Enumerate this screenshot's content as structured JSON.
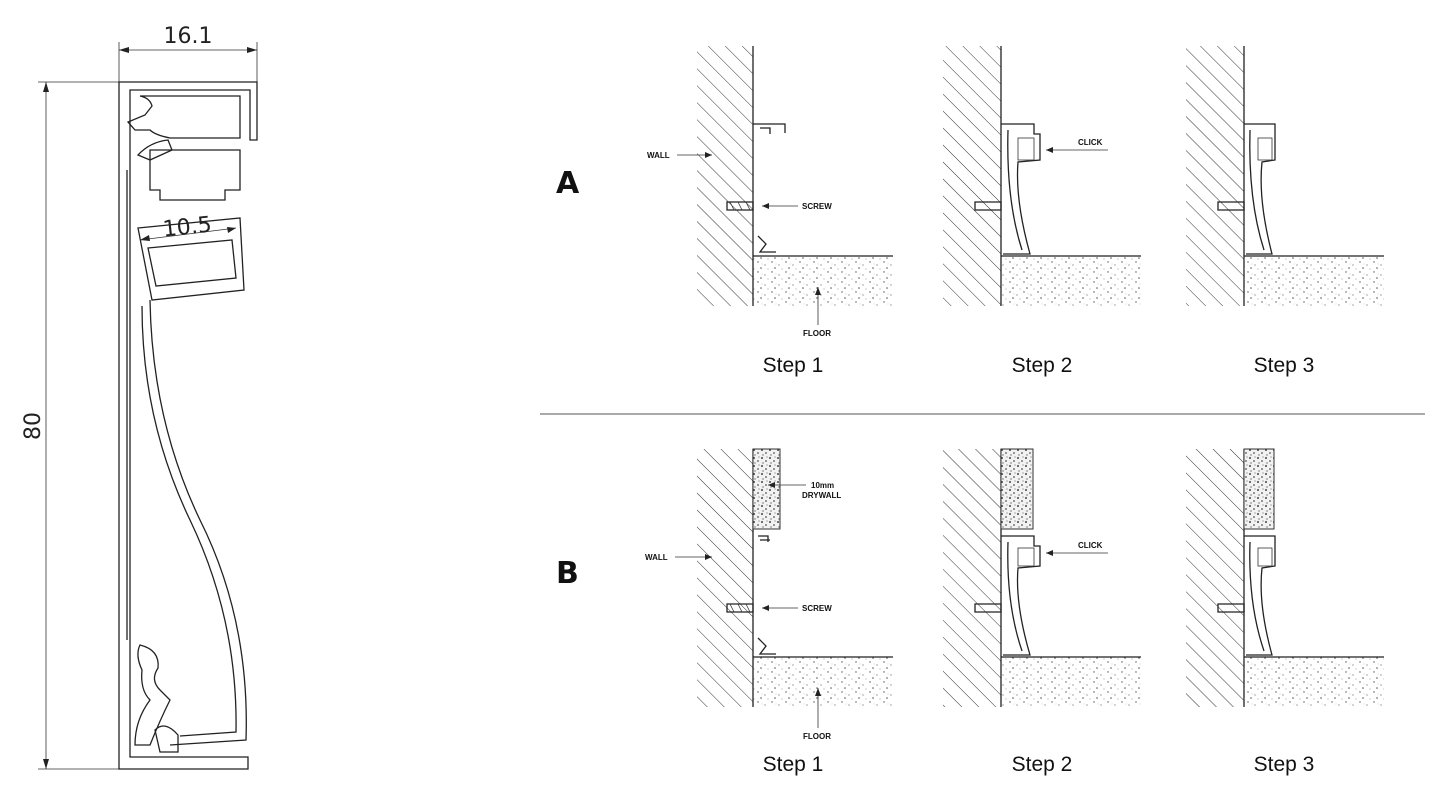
{
  "profile": {
    "width_label": "16.1",
    "height_label": "80",
    "channel_label": "10.5"
  },
  "row_a": {
    "letter": "A",
    "wall_label": "WALL",
    "screw_label": "SCREW",
    "floor_label": "FLOOR",
    "click_label": "CLICK",
    "steps": [
      "Step 1",
      "Step 2",
      "Step 3"
    ]
  },
  "row_b": {
    "letter": "B",
    "wall_label": "WALL",
    "screw_label": "SCREW",
    "floor_label": "FLOOR",
    "click_label": "CLICK",
    "drywall_label_1": "10mm",
    "drywall_label_2": "DRYWALL",
    "steps": [
      "Step 1",
      "Step 2",
      "Step 3"
    ]
  }
}
